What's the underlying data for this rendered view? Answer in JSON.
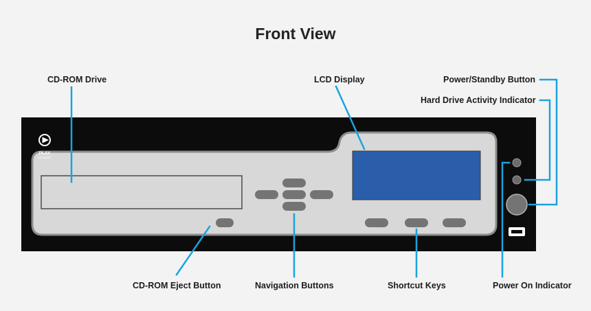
{
  "title": "Front View",
  "labels": {
    "cdrom_drive": "CD-ROM Drive",
    "lcd_display": "LCD Display",
    "power_standby_button": "Power/Standby Button",
    "hdd_activity_indicator": "Hard Drive Activity Indicator",
    "cdrom_eject_button": "CD-ROM Eject Button",
    "navigation_buttons": "Navigation Buttons",
    "shortcut_keys": "Shortcut Keys",
    "power_on_indicator": "Power On Indicator"
  },
  "logo": {
    "name": "PLAY",
    "sub": "NETWORK"
  },
  "colors": {
    "callout": "#1aa3df",
    "chassis": "#0c0c0c",
    "panel": "#d8d8d8",
    "panel_border": "#8d8d8d",
    "lcd": "#2b5eaa",
    "button": "#747474"
  }
}
